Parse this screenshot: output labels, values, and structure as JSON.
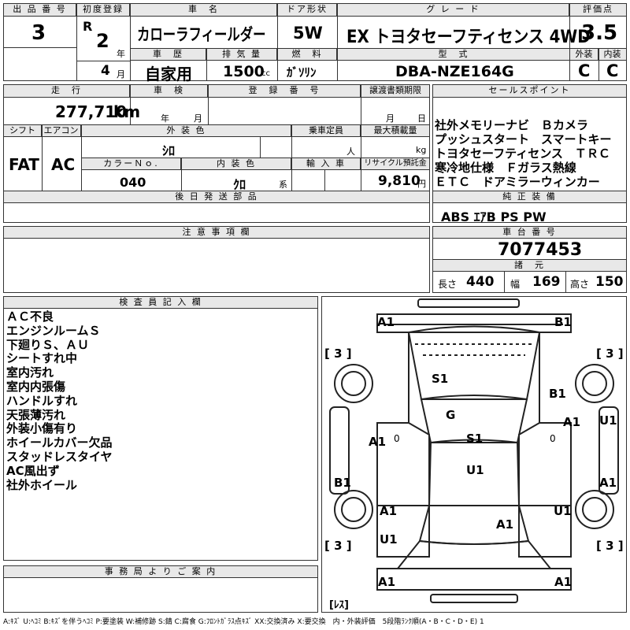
{
  "header": {
    "lot_no_label": "出 品 番 号",
    "lot_no": "3",
    "first_reg_label": "初度登録",
    "era": "R",
    "year": "2",
    "year_unit": "年",
    "month": "4",
    "month_unit": "月",
    "car_name_label": "車　名",
    "car_name": "カローラフィールダー",
    "door_label": "ドア形状",
    "door": "5W",
    "grade_label": "グ レ ー ド",
    "grade": "EX トヨタセーフティセンス 4WD",
    "score_label": "評価点",
    "score": "3.5",
    "ext_label": "外装",
    "int_label": "内装",
    "ext_grade": "C",
    "int_grade": "C",
    "history_label": "車　歴",
    "history": "自家用",
    "displacement_label": "排 気 量",
    "displacement": "1500",
    "displacement_unit": "cc",
    "fuel_label": "燃　料",
    "fuel": "ｶﾞｿﾘﾝ",
    "model_label": "型　式",
    "model": "DBA-NZE164G"
  },
  "row2": {
    "mileage_label": "走　行",
    "mileage": "277,710",
    "mileage_unit": "km",
    "inspection_label": "車　検",
    "insp_year_unit": "年",
    "insp_month_unit": "月",
    "reg_no_label": "登　録　番　号",
    "transfer_label": "譲渡書類期限",
    "transfer_month_unit": "月",
    "transfer_day_unit": "日",
    "shift_label": "シフト",
    "ac_label": "エアコン",
    "shift": "FAT",
    "ac": "AC",
    "exterior_color_label": "外 装 色",
    "exterior_color": "ｼﾛ",
    "capacity_label": "乗車定員",
    "capacity_unit": "人",
    "max_load_label": "最大積載量",
    "max_load_unit": "kg",
    "color_no_label": "カラーＮｏ.",
    "color_no": "040",
    "interior_color_label": "内 装 色",
    "interior_color": "ｸﾛ",
    "interior_color_unit": "系",
    "import_label": "輸 入 車",
    "recycle_label": "リサイクル預託金",
    "recycle": "9,810",
    "recycle_unit": "円"
  },
  "sales_points": {
    "label": "セールスポイント",
    "lines": [
      "社外メモリーナビ　Ｂカメラ",
      "プッシュスタート　スマートキー",
      "トヨタセーフティセンス　ＴＲＣ",
      "寒冷地仕様　Ｆガラス熱線",
      "ＥＴＣ　ドアミラーウィンカー"
    ]
  },
  "later_parts": {
    "label": "後 日 発 送 部 品"
  },
  "equipment": {
    "label": "純 正 装 備",
    "value": "ABS ｴｱB PS PW"
  },
  "cautions": {
    "label": "注 意 事 項 欄"
  },
  "chassis": {
    "label": "車 台 番 号",
    "value": "7077453"
  },
  "specs": {
    "label": "諸　元",
    "length_label": "長さ",
    "length": "440",
    "width_label": "幅",
    "width": "169",
    "height_label": "高さ",
    "height": "150"
  },
  "inspector": {
    "label": "検 査 員 記 入 欄",
    "notes": [
      "ＡＣ不良",
      "エンジンルームＳ",
      "下廻りＳ、ＡＵ",
      "シートすれ中",
      "室内汚れ",
      "室内内張傷",
      "ハンドルすれ",
      "天張薄汚れ",
      "外装小傷有り",
      "ホイールカバー欠品",
      "スタッドレスタイヤ",
      "AC風出ず",
      "社外ホイール"
    ]
  },
  "office": {
    "label": "事 務 局 よ り ご 案 内"
  },
  "diagram": {
    "marks": {
      "front_left": "A1",
      "front_right": "B1",
      "tire_fl": "[ 3 ]",
      "tire_fr": "[ 3 ]",
      "roof": "S1",
      "hood_right": "B1",
      "glass": "G",
      "door_fl": "A1",
      "door_fr": "A1",
      "pillar_r": "U1",
      "floor_s": "S1",
      "floor_u": "U1",
      "door_rl_b": "B1",
      "door_rr_a": "A1",
      "rear_fender_l": "A1",
      "rear_fender_r": "U1",
      "trunk": "A1",
      "rear_l": "U1",
      "tire_rl": "[ 3 ]",
      "tire_rr": "[ 3 ]",
      "bumper_rl": "A1",
      "bumper_rr": "A1",
      "zero1": "0",
      "zero2": "0",
      "spare": "[ﾚｽ]"
    }
  },
  "legend": "A:ｷｽﾞ U:ﾍｺﾐ B:ｷｽﾞを伴うﾍｺﾐ P:要塗装 W:補修跡 S:錆 C:腐食 G:ﾌﾛﾝﾄｶﾞﾗｽ点ｷｽﾞ XX:交換済み X:要交換　内・外装評価　5段階ﾗﾝｸ順(A・B・C・D・E) 1"
}
